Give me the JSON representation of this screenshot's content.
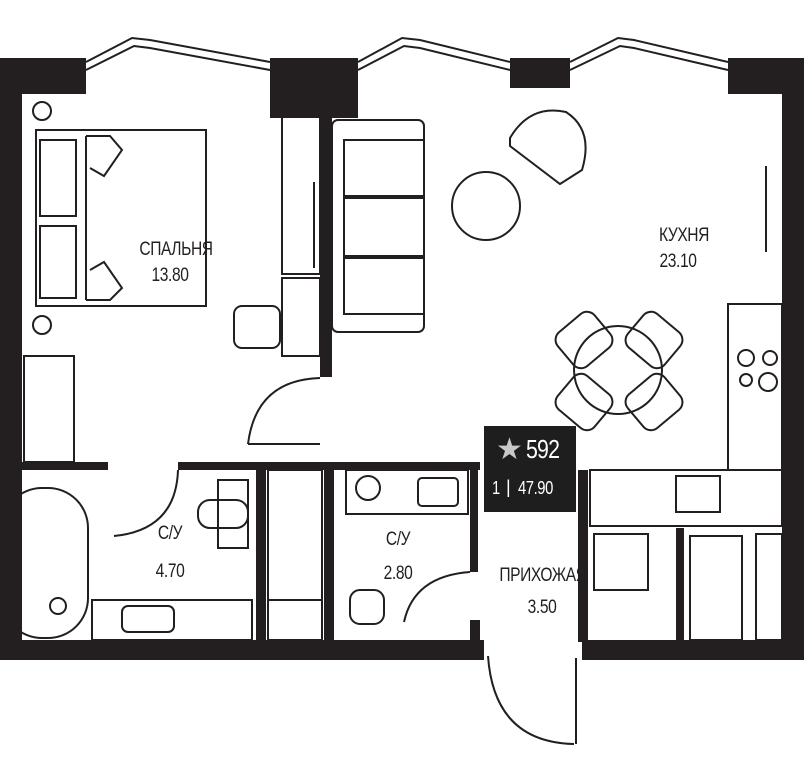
{
  "rooms": {
    "bedroom": {
      "name": "СПАЛЬНЯ",
      "area": "13.80"
    },
    "kitchen": {
      "name": "КУХНЯ",
      "area": "23.10"
    },
    "bath1": {
      "name": "С/У",
      "area": "4.70"
    },
    "bath2": {
      "name": "С/У",
      "area": "2.80"
    },
    "hall": {
      "name": "ПРИХОЖАЯ",
      "area": "3.50"
    }
  },
  "badge": {
    "number": "592",
    "rooms": "1",
    "separator": "|",
    "total_area": "47.90"
  },
  "colors": {
    "wall": "#231f20",
    "line": "#231f20",
    "badge_bg": "#1f1e1f",
    "badge_star": "#c8c8c8"
  }
}
